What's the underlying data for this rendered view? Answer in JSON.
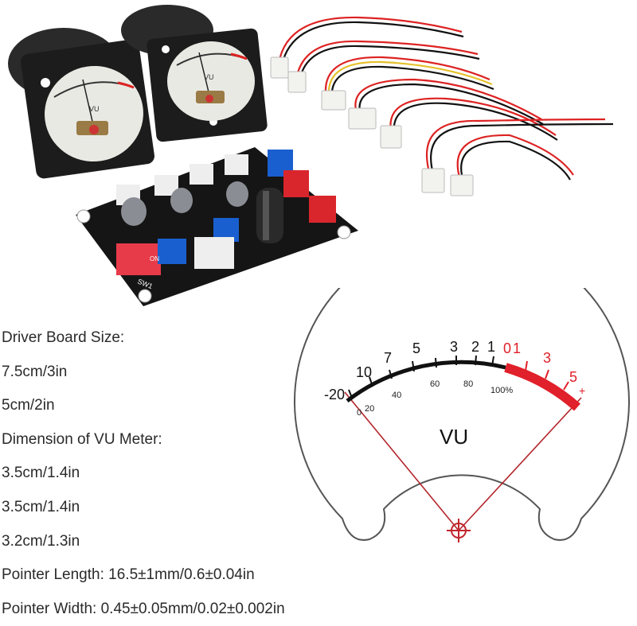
{
  "specs": [
    "Driver Board Size:",
    "7.5cm/3in",
    "5cm/2in",
    "Dimension of VU Meter:",
    "3.5cm/1.4in",
    "3.5cm/1.4in",
    "3.2cm/1.3in",
    "Pointer Length: 16.5±1mm/0.6±0.04in",
    "Pointer Width: 0.45±0.05mm/0.02±0.002in"
  ],
  "meter_face": {
    "label": "VU",
    "db_labels": [
      "-20",
      "10",
      "7",
      "5",
      "3",
      "2",
      "1",
      "0",
      "1",
      "3",
      "5",
      "+"
    ],
    "percent_labels": [
      "0",
      "20",
      "40",
      "60",
      "80",
      "100%"
    ]
  },
  "photo_meter_labels": {
    "left": "VU",
    "right": "VU"
  },
  "board_labels": {
    "dip_on": "ON",
    "sw": "SW1"
  },
  "colors": {
    "red_zone": "#e0202a",
    "black_scale": "#111111",
    "pointer_line": "#b3262c",
    "board": "#151515",
    "bezel": "#1c1c1c"
  }
}
